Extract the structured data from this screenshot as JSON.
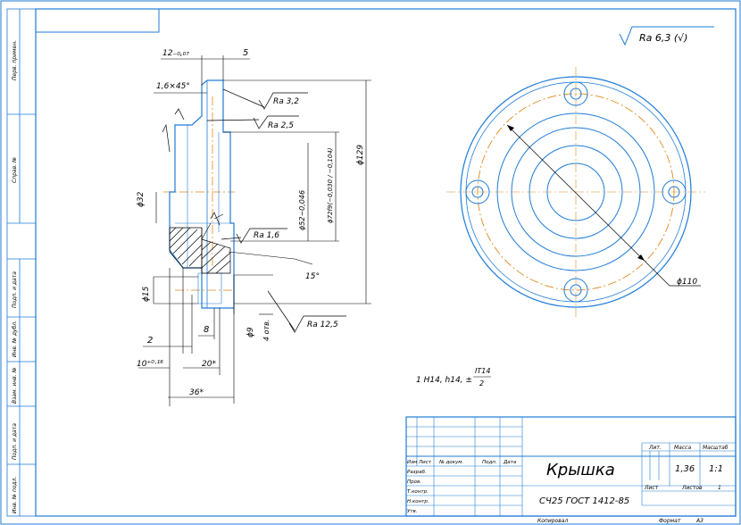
{
  "sheet": {
    "side_labels": [
      "Перв. примен.",
      "Справ. №",
      "Подп. и дата",
      "Инв. № дубл.",
      "Взам. инв. №",
      "Подп. и дата",
      "Инв. № подл."
    ]
  },
  "roughness_general": "Ra 6,3 (√)",
  "dimensions": {
    "d12": "12₋₀,₀₇",
    "d5": "5",
    "chamfer": "1,6×45°",
    "ra32": "Ra 3,2",
    "ra25": "Ra 2,5",
    "ra16": "Ra 1,6",
    "ra125": "Ra 12,5",
    "phi129": "ϕ129",
    "phi72": "ϕ72f9(−0,030 / −0,104)",
    "phi52": "ϕ52−0,046",
    "phi32": "ϕ32",
    "phi15": "ϕ15",
    "phi9": "ϕ9",
    "holes": "4 отв.",
    "angle15": "15°",
    "d8": "8",
    "d2": "2",
    "d10": "10⁺⁰·¹⁶",
    "d20": "20*",
    "d36": "36*",
    "phi110": "ϕ110"
  },
  "note": {
    "text": "1 H14, h14, ±",
    "frac_top": "IT14",
    "frac_bottom": "2"
  },
  "title_block": {
    "headers": [
      "Изм",
      "Лист",
      "№ докум.",
      "Подп.",
      "Дата"
    ],
    "rows": [
      "Разраб.",
      "Пров.",
      "Т.контр.",
      "Н.контр.",
      "Утв."
    ],
    "part_name": "Крышка",
    "material": "СЧ25 ГОСТ 1412-85",
    "lit_label": "Лит.",
    "mass_label": "Масса",
    "scale_label": "Масштаб",
    "mass": "1,36",
    "scale": "1:1",
    "sheet_label": "Лист",
    "sheets_label": "Листов",
    "sheets_count": "1",
    "copied_label": "Копировал",
    "format_label": "Формат",
    "format": "А3"
  }
}
